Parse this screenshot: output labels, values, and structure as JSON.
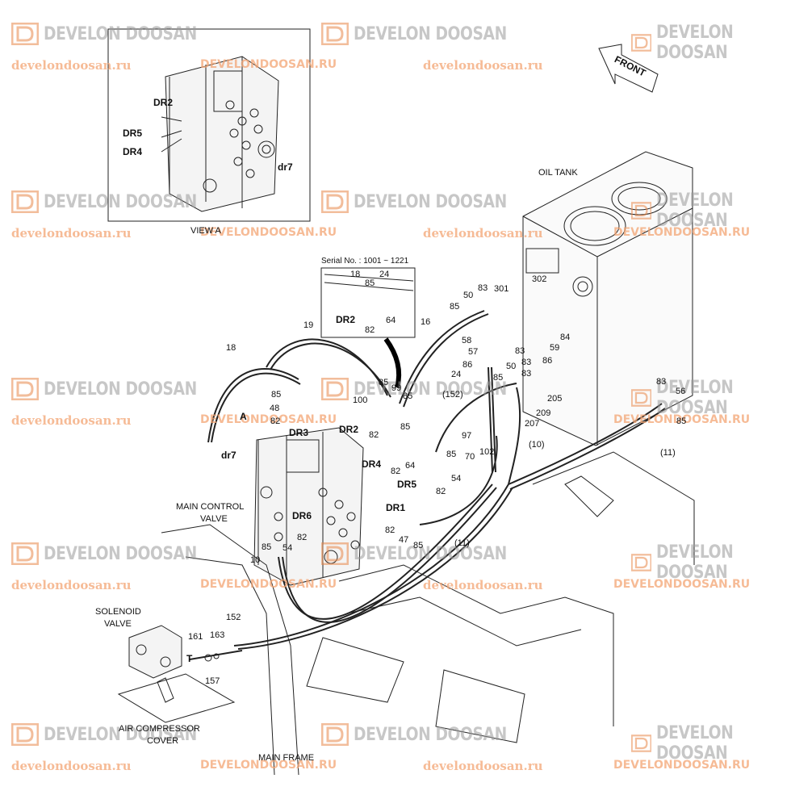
{
  "watermark": {
    "brand": "DEVELON DOOSAN",
    "url_lower": "develondoosan.ru",
    "url_upper": "DEVELONDOOSAN.RU",
    "brand_color": "#9a9a9a",
    "url_color": "#f3a574",
    "logo_color": "#e8884a"
  },
  "view_a": {
    "caption": "VIEW A",
    "labels": {
      "dr2": "DR2",
      "dr5": "DR5",
      "dr4": "DR4",
      "dr7": "dr7"
    }
  },
  "front": {
    "label": "FRONT"
  },
  "oil_tank": {
    "label": "OIL TANK"
  },
  "inset": {
    "serial": "Serial No. : 1001 ~ 1221",
    "labels": {
      "p18": "18",
      "p85": "85",
      "p24": "24",
      "p82": "82",
      "p64": "64",
      "dr2": "DR2"
    }
  },
  "main_control_valve": {
    "label_line1": "MAIN CONTROL",
    "label_line2": "VALVE",
    "view_marker": "A",
    "ports": {
      "dr3": "DR3",
      "dr2": "DR2",
      "dr4": "DR4",
      "dr5": "DR5",
      "dr1": "DR1",
      "dr6": "DR6",
      "dr7": "dr7"
    }
  },
  "solenoid_valve": {
    "line1": "SOLENOID",
    "line2": "VALVE",
    "port": "T"
  },
  "air_compressor_cover": {
    "line1": "AIR COMPRESSOR",
    "line2": "COVER"
  },
  "main_frame": {
    "label": "MAIN FRAME"
  },
  "parts": {
    "p19": "19",
    "p18": "18",
    "p16": "16",
    "p24": "24",
    "p85a": "85",
    "p48": "48",
    "p82a": "82",
    "p85b": "85",
    "p99": "99",
    "p85c": "85",
    "p100": "100",
    "p82b": "82",
    "p85d": "85",
    "p82c": "82",
    "p64": "64",
    "p85e": "85",
    "p54a": "54",
    "p82d": "82",
    "p50a": "50",
    "p83a": "83",
    "p301": "301",
    "p302": "302",
    "p85f": "85",
    "p58": "58",
    "p57": "57",
    "p86a": "86",
    "p83b": "83",
    "p59": "59",
    "p84": "84",
    "p83c": "83",
    "p86b": "86",
    "p50b": "50",
    "p83d": "83",
    "p85g": "85",
    "p205": "205",
    "p209": "209",
    "p207": "207",
    "p152a": "(152)",
    "p97": "97",
    "p10a": "(10)",
    "p70": "70",
    "p102": "102",
    "p83e": "83",
    "p56": "56",
    "p85h": "85",
    "p11a": "(11)",
    "p11b": "(11)",
    "p82e": "82",
    "p47": "47",
    "p85i": "85",
    "p82f": "82",
    "p85j": "85",
    "p54b": "54",
    "p10b": "10",
    "p152b": "152",
    "p161": "161",
    "p163": "163",
    "p157": "157"
  }
}
